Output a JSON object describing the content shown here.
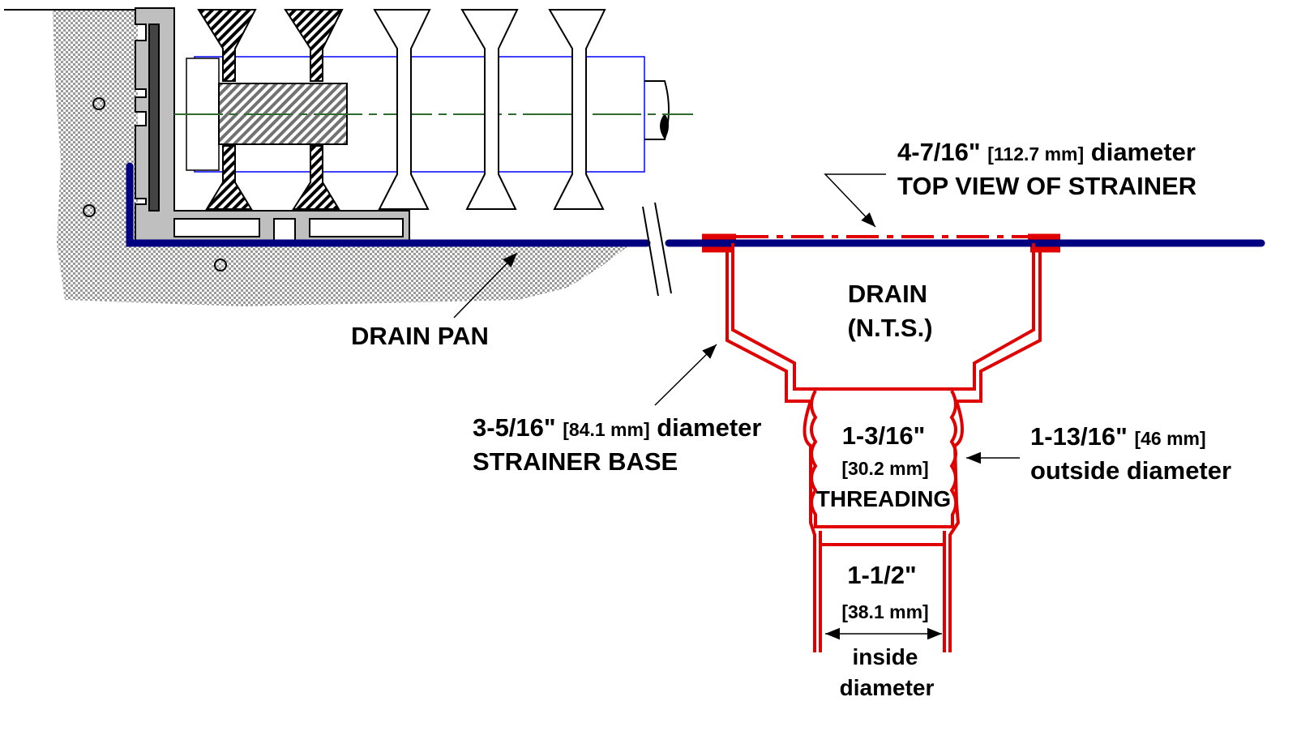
{
  "colors": {
    "drain_pan": "#000080",
    "drain": "#e00000",
    "bracket": "#bfbfbf",
    "tube_outline": "#0000ff",
    "centerline": "#2e6b2e"
  },
  "labels": {
    "top_view": {
      "size": "4-7/16\"",
      "metric": "[112.7 mm]",
      "suffix": "diameter",
      "line2": "TOP VIEW OF STRAINER"
    },
    "drain_pan": "DRAIN PAN",
    "drain": {
      "line1": "DRAIN",
      "line2": "(N.T.S.)"
    },
    "strainer_base": {
      "size": "3-5/16\"",
      "metric": "[84.1 mm]",
      "suffix": "diameter",
      "line2": "STRAINER BASE"
    },
    "threading": {
      "size": "1-3/16\"",
      "metric": "[30.2 mm]",
      "line3": "THREADING"
    },
    "outside": {
      "size": "1-13/16\"",
      "metric": "[46 mm]",
      "line2": "outside diameter"
    },
    "inside": {
      "size": "1-1/2\"",
      "metric": "[38.1 mm]",
      "line3": "inside",
      "line4": "diameter"
    }
  }
}
